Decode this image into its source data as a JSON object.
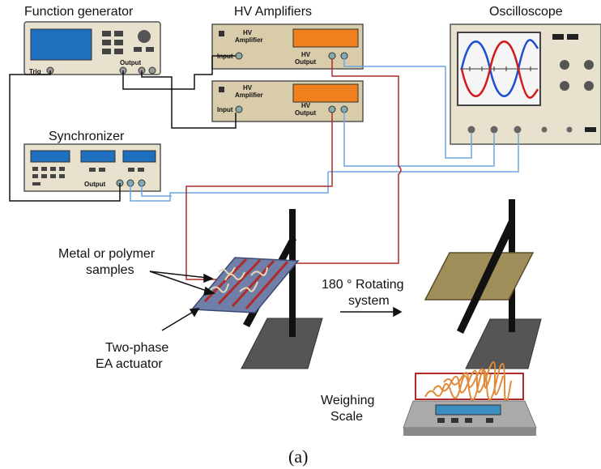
{
  "labels": {
    "function_generator": "Function generator",
    "hv_amplifiers": "HV Amplifiers",
    "oscilloscope": "Oscilloscope",
    "synchronizer": "Synchronizer",
    "samples_line1": "Metal or polymer",
    "samples_line2": "samples",
    "actuator_line1": "Two-phase",
    "actuator_line2": "EA actuator",
    "rotating_line1": "180 ° Rotating",
    "rotating_line2": "system",
    "scale_line1": "Weighing",
    "scale_line2": "Scale",
    "caption": "(a)"
  },
  "panel_text": {
    "trig": "Trig",
    "output": "Output",
    "hv": "HV",
    "amplifier": "Amplifier",
    "input": "Input",
    "hv_output_1": "HV",
    "hv_output_2": "Output"
  },
  "colors": {
    "device_face": "#e8e1cd",
    "device_border": "#555555",
    "amp_body": "#d9ccab",
    "amp_display": "#f07f1e",
    "screen_blue": "#1f6fbf",
    "wire_red": "#b02a2a",
    "wire_blue": "#6ea6e0",
    "wire_black": "#111111",
    "stand_gray": "#555555",
    "plate": "#a08e5a",
    "sample_orange": "#e08a3a"
  }
}
